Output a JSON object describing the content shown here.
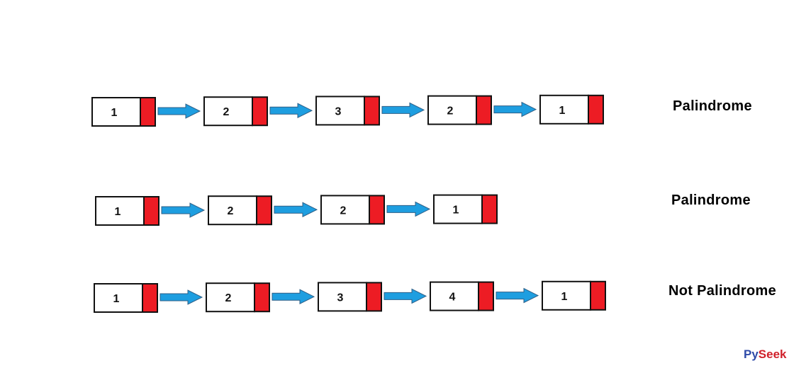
{
  "rows": [
    {
      "nodes": [
        "1",
        "2",
        "3",
        "2",
        "1"
      ],
      "label": "Palindrome"
    },
    {
      "nodes": [
        "1",
        "2",
        "2",
        "1"
      ],
      "label": "Palindrome"
    },
    {
      "nodes": [
        "1",
        "2",
        "3",
        "4",
        "1"
      ],
      "label": "Not Palindrome"
    }
  ],
  "brand": {
    "part1": "Py",
    "part2": "Seek"
  },
  "colors": {
    "node_border": "#111111",
    "node_fill": "#ffffff",
    "pointer_fill": "#ed1c24",
    "arrow_fill": "#1e9ee0",
    "arrow_stroke": "#2f5f86",
    "brand_part1": "#2e4aa8",
    "brand_part2": "#d0202a"
  }
}
